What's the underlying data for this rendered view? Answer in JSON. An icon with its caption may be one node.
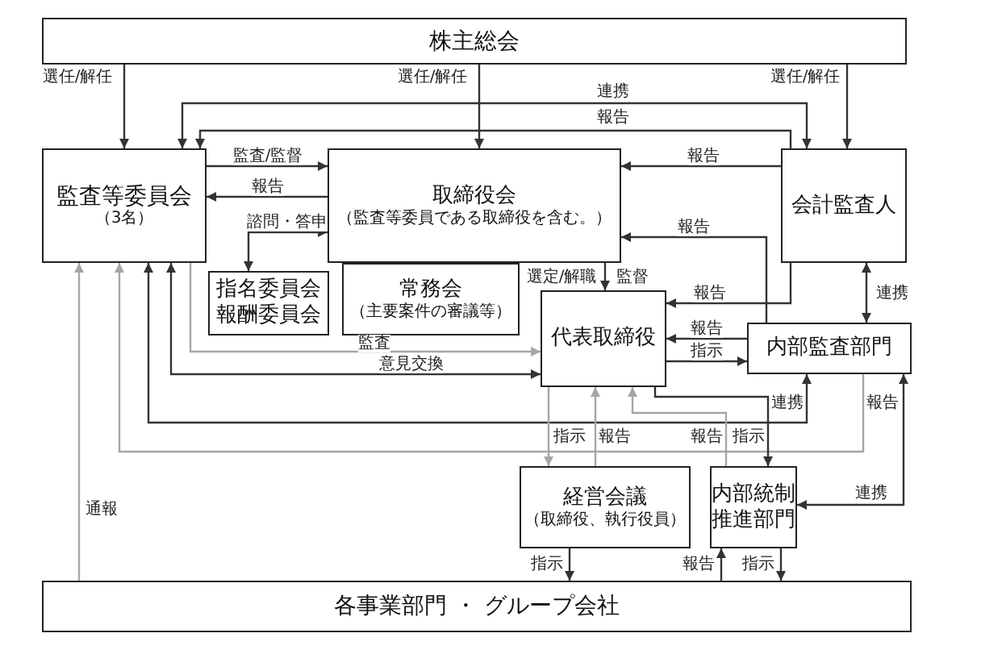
{
  "diagram": {
    "nodes": [
      {
        "text": [
          "株主総会"
        ]
      },
      {
        "text": [
          "監査等委員会",
          "（3名）"
        ]
      },
      {
        "text": [
          "取締役会",
          "（監査等委員である取締役を含む。）"
        ]
      },
      {
        "text": [
          "会計監査人"
        ]
      },
      {
        "text": [
          "指名委員会",
          "報酬委員会"
        ]
      },
      {
        "text": [
          "常務会",
          "（主要案件の審議等）"
        ]
      },
      {
        "text": [
          "代表取締役"
        ]
      },
      {
        "text": [
          "内部監査部門"
        ]
      },
      {
        "text": [
          "経営会議",
          "（取締役、執行役員）"
        ]
      },
      {
        "text": [
          "内部統制推進部門"
        ]
      },
      {
        "text": [
          "各事業部門 ・ グループ会社"
        ]
      }
    ],
    "edges": [
      {
        "from": 0,
        "to": 1,
        "arrow": "to",
        "label": "選任/解任"
      },
      {
        "from": 0,
        "to": 2,
        "arrow": "to",
        "label": "選任/解任"
      },
      {
        "from": 0,
        "to": 3,
        "arrow": "to",
        "label": "選任/解任"
      },
      {
        "from": 1,
        "to": 3,
        "arrow": "both",
        "label": "連携"
      },
      {
        "from": 3,
        "to": 1,
        "arrow": "to",
        "label": "報告"
      },
      {
        "from": 1,
        "to": 2,
        "arrow": "to",
        "label": "監査/監督"
      },
      {
        "from": 2,
        "to": 1,
        "arrow": "to",
        "label": "報告"
      },
      {
        "from": 3,
        "to": 2,
        "arrow": "to",
        "label": "報告"
      },
      {
        "from": 2,
        "to": 4,
        "arrow": "both",
        "label": "諮問・答申"
      },
      {
        "from": 7,
        "to": 2,
        "arrow": "to",
        "label": "報告"
      },
      {
        "from": 3,
        "to": 6,
        "arrow": "to",
        "label": "報告"
      },
      {
        "from": 2,
        "to": 6,
        "arrow": "to",
        "label": "選定/解職"
      },
      {
        "from": 7,
        "to": 6,
        "arrow": "to",
        "label": "報告"
      },
      {
        "from": 6,
        "to": 7,
        "arrow": "to",
        "label": "指示"
      },
      {
        "from": 3,
        "to": 7,
        "arrow": "both",
        "label": "連携"
      },
      {
        "from": 1,
        "to": 6,
        "arrow": "to",
        "label": "監査",
        "color": "#a6a6a6"
      },
      {
        "from": 1,
        "to": 6,
        "arrow": "both",
        "label": "意見交換"
      },
      {
        "from": 7,
        "to": 1,
        "arrow": "both",
        "label": "連携"
      },
      {
        "from": 7,
        "to": 1,
        "arrow": "to",
        "label": "報告",
        "color": "#a6a6a6"
      },
      {
        "from": 10,
        "to": 1,
        "arrow": "to",
        "label": "通報",
        "color": "#a6a6a6"
      },
      {
        "from": 6,
        "to": 8,
        "arrow": "to",
        "label": "指示",
        "color": "#a6a6a6"
      },
      {
        "from": 8,
        "to": 6,
        "arrow": "to",
        "label": "報告",
        "color": "#a6a6a6"
      },
      {
        "from": 9,
        "to": 6,
        "arrow": "to",
        "label": "報告",
        "color": "#a6a6a6"
      },
      {
        "from": 6,
        "to": 9,
        "arrow": "to",
        "label": "指示"
      },
      {
        "from": 7,
        "to": 9,
        "arrow": "both",
        "label": "連携"
      },
      {
        "from": 8,
        "to": 10,
        "arrow": "to",
        "label": "指示"
      },
      {
        "from": 10,
        "to": 9,
        "arrow": "to",
        "label": "報告"
      },
      {
        "from": 9,
        "to": 10,
        "arrow": "to",
        "label": "指示"
      }
    ],
    "labels": [
      "監督"
    ]
  }
}
